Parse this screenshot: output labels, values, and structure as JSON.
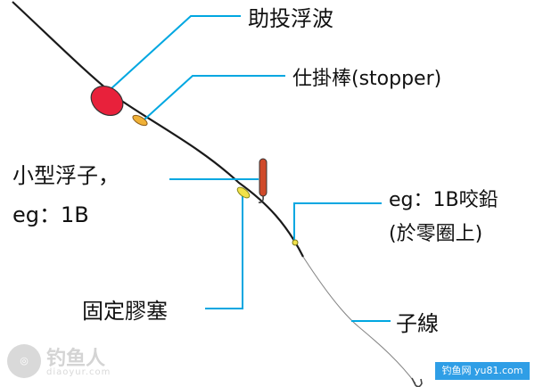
{
  "labels": [
    "助投浮波",
    "仕掛棒(stopper)",
    "小型浮子，",
    "eg：1B",
    "eg：1B咬鉛",
    "(於零圈上)",
    "固定膠塞",
    "子線"
  ],
  "watermark": {
    "left_name": "钓鱼人",
    "left_url": "diaoyur.com",
    "right_text": "钓鱼网 yu81.com"
  },
  "colors": {
    "line": "#1a1a1a",
    "leader_line": "#00a7e1",
    "float_body": "#e8213b",
    "small_float_body": "#cf4a2a",
    "stopper": "#f0b136",
    "stopper_dark": "#8a5a1a",
    "split_shot": "#f2e24a",
    "badge": "#2f9ee6"
  },
  "icons": [
    "hook-icon",
    "watermark-seal-icon"
  ]
}
